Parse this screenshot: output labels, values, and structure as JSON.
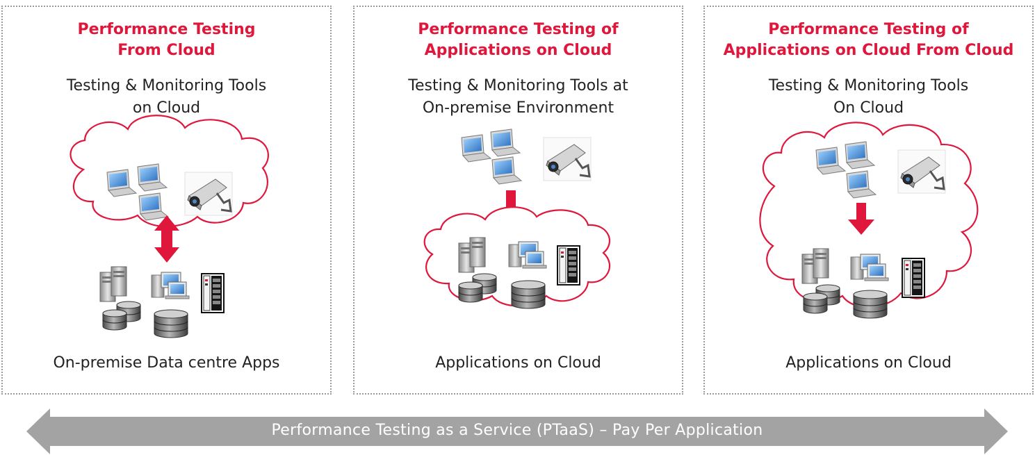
{
  "panels": [
    {
      "title": "Performance Testing\nFrom Cloud",
      "subtitle": "Testing & Monitoring Tools\non Cloud",
      "footer": "On-premise Data centre Apps"
    },
    {
      "title": "Performance Testing of\nApplications on Cloud",
      "subtitle": "Testing & Monitoring Tools at\nOn-premise Environment",
      "footer": "Applications on Cloud"
    },
    {
      "title": "Performance Testing of\nApplications on Cloud From Cloud",
      "subtitle": "Testing & Monitoring Tools\nOn Cloud",
      "footer": "Applications on Cloud"
    }
  ],
  "banner": {
    "label": "Performance Testing as a Service (PTaaS) – Pay Per Application"
  },
  "colors": {
    "accent_red": "#e0173c",
    "banner_gray": "#a3a3a3",
    "border_dotted": "#9a9a9a"
  },
  "icons": [
    "laptop-icon",
    "security-camera-icon",
    "server-tower-icon",
    "workstation-icon",
    "storage-rack-icon",
    "database-icon",
    "cloud-outline",
    "arrow-down",
    "arrow-double-vertical"
  ]
}
